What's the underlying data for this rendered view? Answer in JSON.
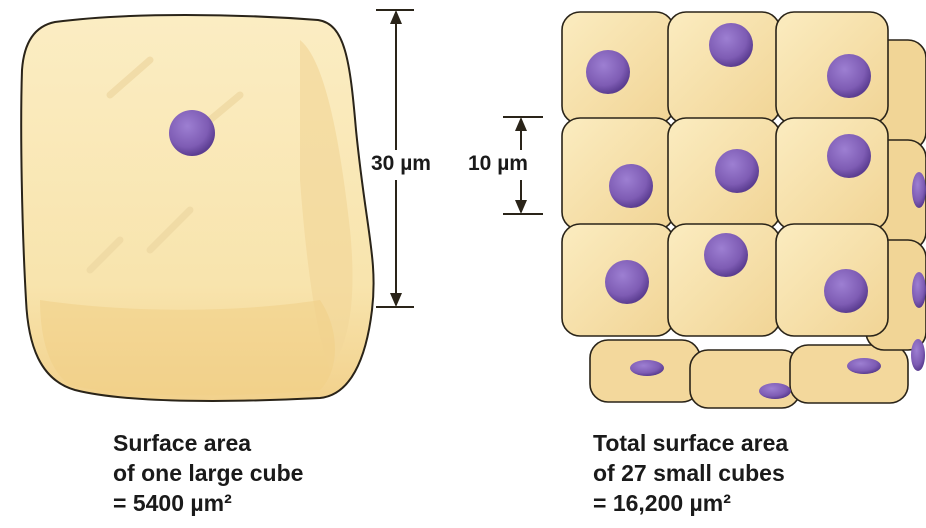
{
  "large_cube": {
    "dimension_label": "30 µm",
    "caption_line1": "Surface area",
    "caption_line2": "of one large cube",
    "caption_line3": "= 5400 µm²"
  },
  "small_cubes": {
    "dimension_label": "10 µm",
    "caption_line1": "Total surface area",
    "caption_line2": "of 27 small cubes",
    "caption_line3": "= 16,200 µm²"
  },
  "colors": {
    "cell_fill": "#f8e6b0",
    "cell_shadow": "#f0d28c",
    "cell_outline": "#2a2419",
    "nucleus": "#7e5cb4",
    "nucleus_dark": "#5b3d91"
  }
}
